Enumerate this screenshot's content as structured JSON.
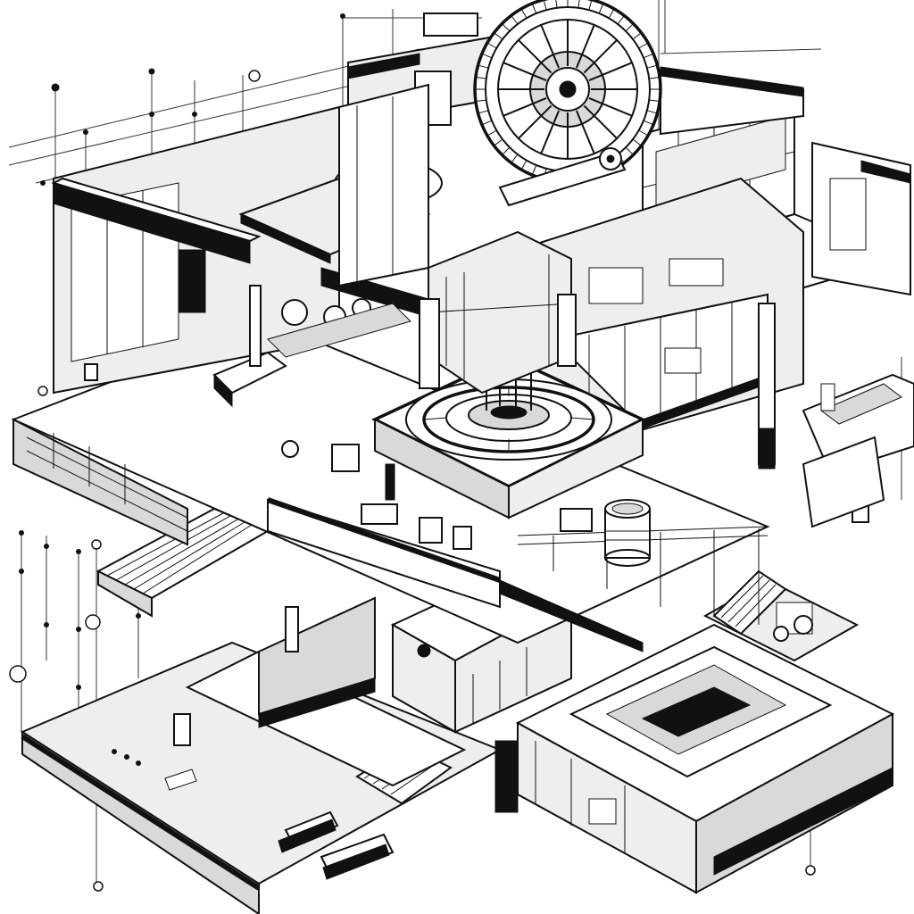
{
  "image": {
    "style": "monochrome pen-and-ink line art",
    "ink_color": "#111111",
    "paper_color": "#ffffff"
  },
  "scene": {
    "elements": [
      {
        "name": "large-gear-wheel-icon",
        "kind": "machine"
      },
      {
        "name": "central-reactor-platform",
        "kind": "machine"
      },
      {
        "name": "cylindrical-tank",
        "kind": "object"
      },
      {
        "name": "upper-glass-walkway",
        "kind": "structure"
      },
      {
        "name": "staircase",
        "kind": "structure"
      },
      {
        "name": "vertical-dimension-lines",
        "kind": "annotation"
      },
      {
        "name": "lower-floor-rooms",
        "kind": "structure"
      }
    ]
  }
}
